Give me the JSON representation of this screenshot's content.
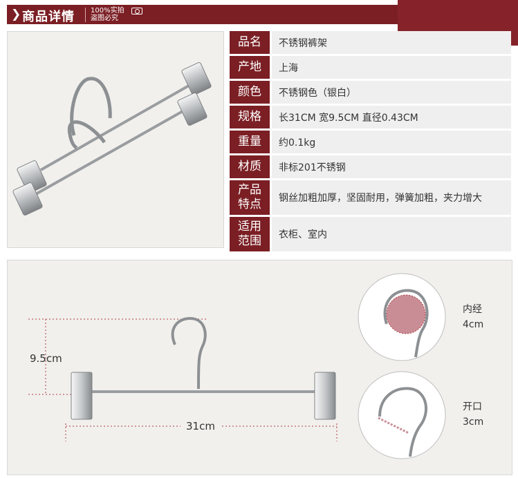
{
  "header": {
    "title": "商品详情",
    "sub_line1": "100%实拍",
    "sub_line2": "盗图必究"
  },
  "specs": [
    {
      "label": "品名",
      "value": "不锈钢裤架"
    },
    {
      "label": "产地",
      "value": "上海"
    },
    {
      "label": "颜色",
      "value": "不锈钢色（银白）"
    },
    {
      "label": "规格",
      "value": "长31CM  宽9.5CM 直径0.43CM"
    },
    {
      "label": "重量",
      "value": "约0.1kg"
    },
    {
      "label": "材质",
      "value": "非标201不锈钢"
    },
    {
      "label": "产品特点",
      "value": "钢丝加粗加厚，坚固耐用，弹簧加粗，夹力增大"
    },
    {
      "label": "适用范围",
      "value": "衣柜、室内"
    }
  ],
  "diagram": {
    "height_label": "9.5cm",
    "length_label": "31cm",
    "inner_diameter_title": "内经",
    "inner_diameter_value": "4cm",
    "opening_title": "开口",
    "opening_value": "3cm"
  },
  "colors": {
    "brand": "#7b1f24",
    "panel": "#f1f0ed",
    "value_bg": "#efefef",
    "highlight": "#c98d95"
  },
  "icons": [
    "chevron-right-icon",
    "camera-icon"
  ]
}
